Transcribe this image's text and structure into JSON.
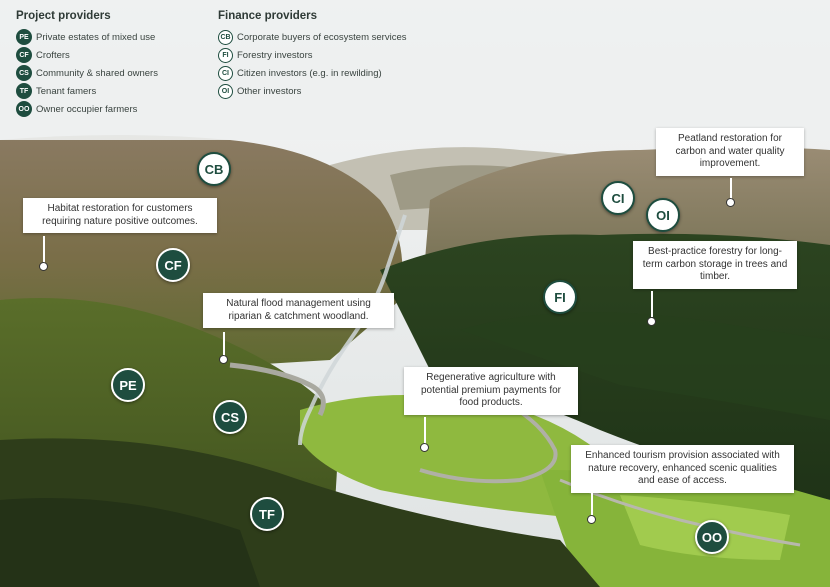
{
  "legend": {
    "project": {
      "title": "Project providers",
      "items": [
        {
          "code": "PE",
          "label": "Private estates of mixed use"
        },
        {
          "code": "CF",
          "label": "Crofters"
        },
        {
          "code": "CS",
          "label": "Community & shared owners"
        },
        {
          "code": "TF",
          "label": "Tenant famers"
        },
        {
          "code": "OO",
          "label": "Owner occupier farmers"
        }
      ]
    },
    "finance": {
      "title": "Finance providers",
      "items": [
        {
          "code": "CB",
          "label": "Corporate buyers of ecosystem services"
        },
        {
          "code": "FI",
          "label": "Forestry investors"
        },
        {
          "code": "CI",
          "label": "Citizen investors (e.g. in rewilding)"
        },
        {
          "code": "OI",
          "label": "Other investors"
        }
      ]
    }
  },
  "markers": {
    "cb": "CB",
    "cf": "CF",
    "pe": "PE",
    "cs": "CS",
    "tf": "TF",
    "ci": "CI",
    "oi": "OI",
    "fi": "FI",
    "oo": "OO"
  },
  "callouts": {
    "habitat": "Habitat restoration for customers requiring nature positive outcomes.",
    "flood": "Natural flood management using riparian & catchment woodland.",
    "peatland": "Peatland restoration for carbon and water quality improvement.",
    "forestry": "Best-practice forestry for long-term carbon storage in trees and timber.",
    "agriculture": "Regenerative agriculture with potential premium payments for food products.",
    "tourism": "Enhanced tourism provision associated with nature recovery, enhanced scenic qualities and ease of access."
  },
  "colors": {
    "badge_dark": "#1e4d3f",
    "badge_light": "#ffffff",
    "sky": "#eef0f0",
    "forest": "#2f4a22",
    "field": "#8fb93f"
  }
}
